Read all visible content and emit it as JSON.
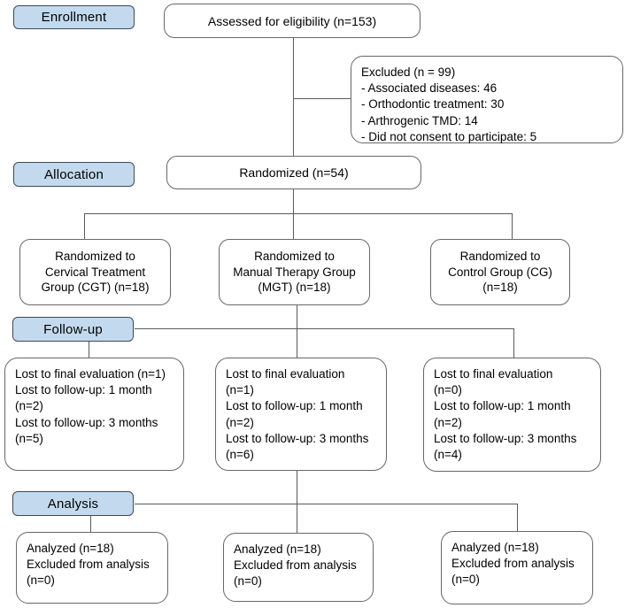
{
  "title": "CONSORT participant flow diagram",
  "colors": {
    "stage_fill": "#c3daee",
    "stage_border": "#3d4858",
    "box_border": "#676767",
    "connector": "#5a5a5a",
    "text": "#000000"
  },
  "stages": {
    "enrollment": "Enrollment",
    "allocation": "Allocation",
    "followup": "Follow-up",
    "analysis": "Analysis"
  },
  "assessed": {
    "text": "Assessed for eligibility (n=153)"
  },
  "excluded": {
    "lines": [
      "Excluded (n = 99)",
      "- Associated diseases: 46",
      "- Orthodontic treatment: 30",
      "- Arthrogenic TMD: 14",
      "- Did not consent to participate: 5"
    ]
  },
  "randomized": {
    "text": "Randomized (n=54)"
  },
  "arms": [
    {
      "lines": [
        "Randomized to",
        "Cervical Treatment",
        "Group (CGT) (n=18)"
      ]
    },
    {
      "lines": [
        "Randomized to",
        "Manual Therapy Group",
        "(MGT) (n=18)"
      ]
    },
    {
      "lines": [
        "Randomized to",
        "Control Group (CG)",
        "(n=18)"
      ]
    }
  ],
  "losses": [
    {
      "lines": [
        "Lost to final evaluation (n=1)",
        "Lost to follow-up: 1 month",
        "(n=2)",
        "Lost to follow-up: 3 months",
        "(n=5)"
      ]
    },
    {
      "lines": [
        "Lost to final evaluation",
        "(n=1)",
        "Lost to follow-up: 1 month",
        "(n=2)",
        "Lost to follow-up: 3 months",
        "(n=6)"
      ]
    },
    {
      "lines": [
        "Lost to final evaluation",
        "(n=0)",
        "Lost to follow-up: 1 month",
        "(n=2)",
        "Lost to follow-up: 3 months",
        "(n=4)"
      ]
    }
  ],
  "analyzed": [
    {
      "lines": [
        "Analyzed (n=18)",
        "Excluded from analysis",
        "(n=0)"
      ]
    },
    {
      "lines": [
        "Analyzed (n=18)",
        "Excluded from analysis",
        "(n=0)"
      ]
    },
    {
      "lines": [
        "Analyzed (n=18)",
        "Excluded from analysis",
        "(n=0)"
      ]
    }
  ]
}
